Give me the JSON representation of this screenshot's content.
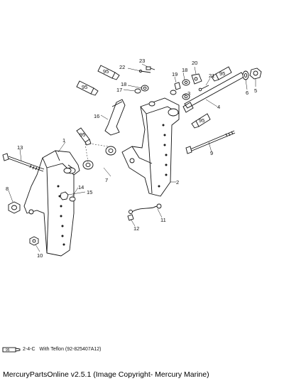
{
  "callouts": [
    {
      "id": "c1",
      "text": "1"
    },
    {
      "id": "c2",
      "text": "2"
    },
    {
      "id": "c3",
      "text": "3"
    },
    {
      "id": "c4",
      "text": "4"
    },
    {
      "id": "c5",
      "text": "5"
    },
    {
      "id": "c6",
      "text": "6"
    },
    {
      "id": "c7",
      "text": "7"
    },
    {
      "id": "c8",
      "text": "8"
    },
    {
      "id": "c9",
      "text": "9"
    },
    {
      "id": "c10",
      "text": "10"
    },
    {
      "id": "c11",
      "text": "11"
    },
    {
      "id": "c12",
      "text": "12"
    },
    {
      "id": "c13",
      "text": "13"
    },
    {
      "id": "c14",
      "text": "14"
    },
    {
      "id": "c15",
      "text": "15"
    },
    {
      "id": "c16",
      "text": "16"
    },
    {
      "id": "c17",
      "text": "17"
    },
    {
      "id": "c18a",
      "text": "18"
    },
    {
      "id": "c18b",
      "text": "18"
    },
    {
      "id": "c19",
      "text": "19"
    },
    {
      "id": "c20",
      "text": "20"
    },
    {
      "id": "c21",
      "text": "21"
    },
    {
      "id": "c22",
      "text": "22"
    },
    {
      "id": "c23",
      "text": "23"
    }
  ],
  "tube_label": "95",
  "legend": {
    "tube_label": "95",
    "code": "2-4-C",
    "text": "With Teflon (92-825407A12)"
  },
  "footer": "MercuryPartsOnline v2.5.1 (Image Copyright- Mercury Marine)"
}
